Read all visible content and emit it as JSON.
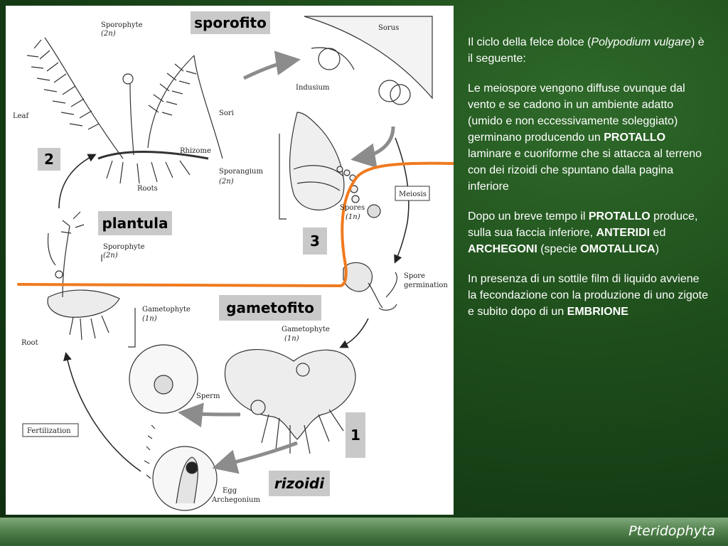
{
  "diagram": {
    "labels": {
      "sporofito": "sporofito",
      "n2": "2",
      "plantula": "plantula",
      "n3": "3",
      "gametofito": "gametofito",
      "n1": "1",
      "rizoidi": "rizoidi"
    },
    "printed": {
      "sporophyte_top": "Sporophyte",
      "sporophyte_top_ploidy": "(2n)",
      "leaf": "Leaf",
      "sori": "Sori",
      "rhizome": "Rhizome",
      "roots": "Roots",
      "sorus": "Sorus",
      "indusium": "Indusium",
      "sporangium": "Sporangium",
      "sporangium_ploidy": "(2n)",
      "meiosis": "Meiosis",
      "spores": "Spores",
      "spores_ploidy": "(1n)",
      "spore_germination_1": "Spore",
      "spore_germination_2": "germination",
      "gametophyte_right": "Gametophyte",
      "gametophyte_right_ploidy": "(1n)",
      "sporophyte_left": "Sporophyte",
      "sporophyte_left_ploidy": "(2n)",
      "gametophyte_left": "Gametophyte",
      "gametophyte_left_ploidy": "(1n)",
      "root": "Root",
      "sperm": "Sperm",
      "fertilization": "Fertilization",
      "egg": "Egg",
      "archegonium": "Archegonium"
    }
  },
  "side_text": {
    "p1_pre": "Il ciclo della felce dolce (",
    "p1_italic": "Polypodium vulgare",
    "p1_post": ") è il seguente:",
    "p2_a": "Le meiospore vengono diffuse ovunque dal vento e se cadono in un ambiente adatto (umido e non eccessivamente soleggiato) germinano producendo un ",
    "p2_b": "PROTALLO",
    "p2_c": " laminare e cuoriforme che si attacca al terreno con dei rizoidi che spuntano dalla pagina inferiore",
    "p3_a": "Dopo un breve tempo il ",
    "p3_b": "PROTALLO",
    "p3_c": " produce, sulla sua faccia inferiore, ",
    "p3_d": "ANTERIDI",
    "p3_e": " ed ",
    "p3_f": "ARCHEGONI",
    "p3_g": " (specie ",
    "p3_h": "OMOTALLICA",
    "p3_i": ")",
    "p4_a": "In presenza di un sottile film di liquido avviene la fecondazione con la produzione di uno zigote e subito dopo di un ",
    "p4_b": "EMBRIONE"
  },
  "footer": {
    "title": "Pteridophyta"
  },
  "colors": {
    "orange_line": "#f07a1e",
    "label_bg": "#c9c9c9",
    "arrow_gray": "#8c8c8c"
  }
}
